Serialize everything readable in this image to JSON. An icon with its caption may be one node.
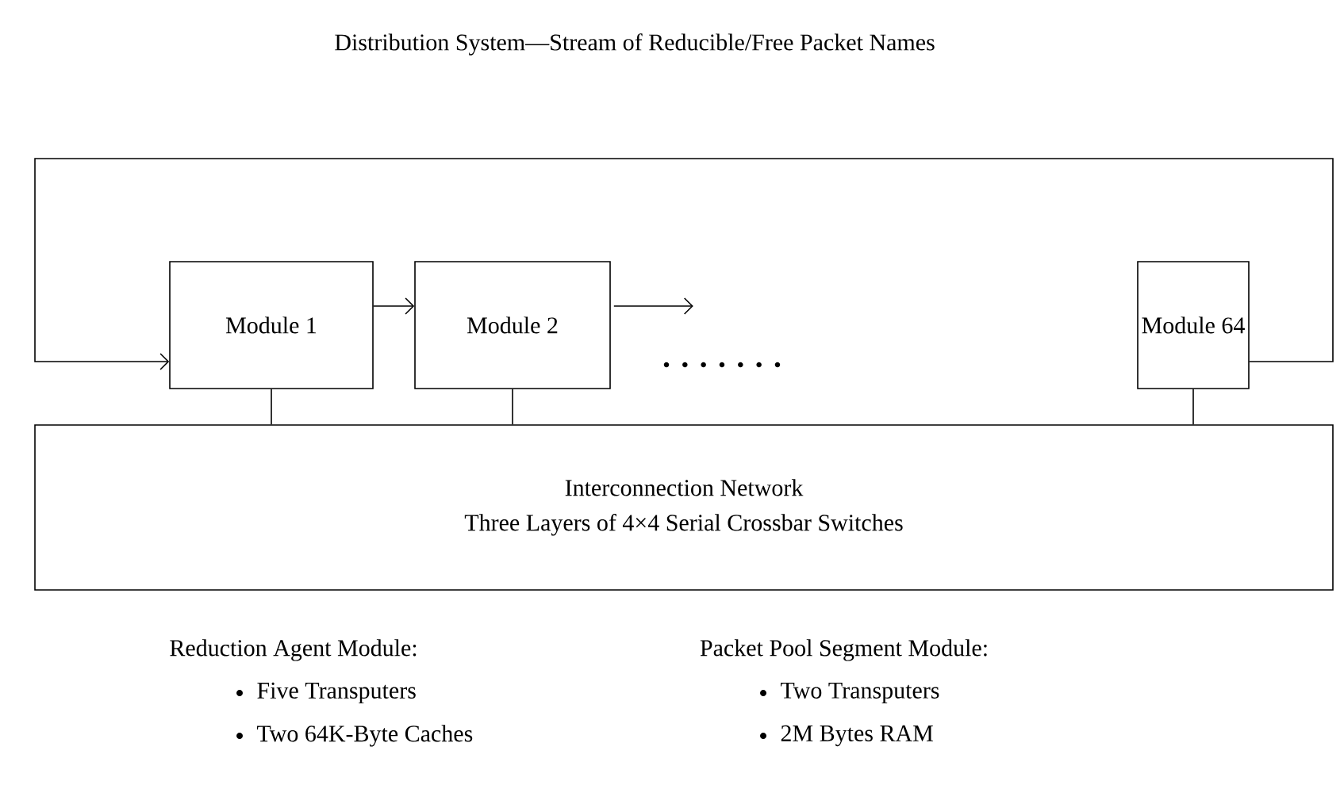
{
  "diagram": {
    "title": "Distribution System—Stream of Reducible/Free Packet Names",
    "nodes": [
      {
        "text": [
          "Module 1"
        ]
      },
      {
        "text": [
          "Module 2"
        ]
      },
      {
        "text": [
          "Module 64"
        ]
      },
      {
        "text": [
          "Interconnection Network",
          "Three Layers of 4×4 Serial Crossbar Switches"
        ]
      }
    ],
    "edges": [
      {
        "from": 2,
        "to": 0,
        "arrow": "to"
      },
      {
        "from": 0,
        "to": 1,
        "arrow": "to"
      },
      {
        "from": 1,
        "to": null,
        "arrow": "to"
      },
      {
        "from": 0,
        "to": 3,
        "arrow": "none"
      },
      {
        "from": 1,
        "to": 3,
        "arrow": "none"
      },
      {
        "from": 2,
        "to": 3,
        "arrow": "none"
      }
    ],
    "labels": [
      ". . . . . . .",
      "Reduction Agent Module:",
      "Packet Pool Segment Module:",
      "Five Transputers",
      "Two Transputers",
      "Two 64K-Byte Caches",
      "2M Bytes RAM"
    ]
  }
}
